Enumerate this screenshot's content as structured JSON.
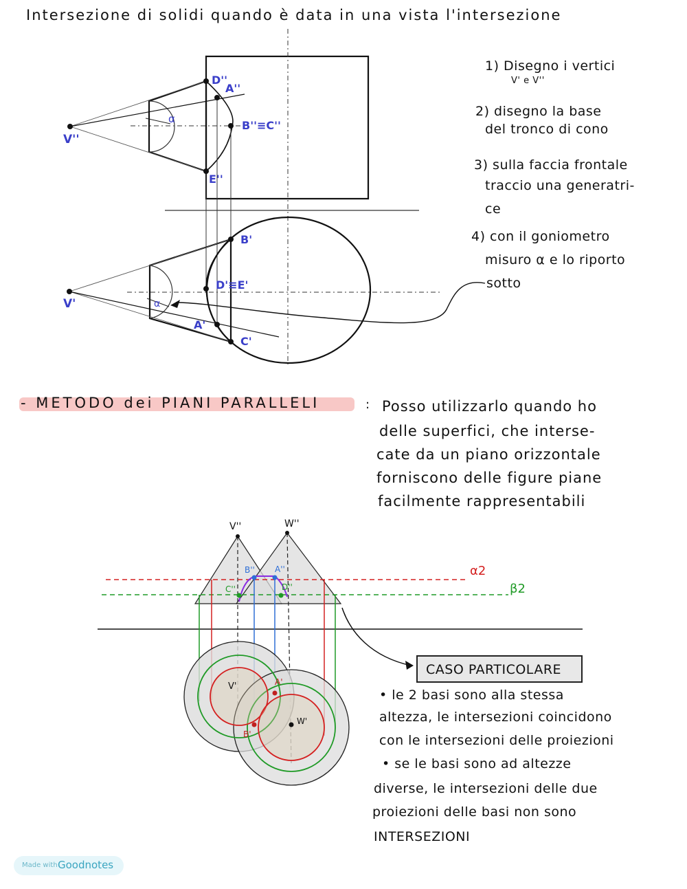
{
  "header": {
    "title": "Intersezione di solidi quando è data in una vista l'intersezione"
  },
  "steps": {
    "s1_line1": "1) Disegno i vertici",
    "s1_line2": "V' e V''",
    "s2_line1": "2) disegno la base",
    "s2_line2": "del tronco di cono",
    "s3_line1": "3) sulla faccia frontale",
    "s3_line2": "traccio una generatri-",
    "s3_line3": "ce",
    "s4_line1": "4) con il goniometro",
    "s4_line2": "misuro α e lo riporto",
    "s4_line3": "sotto"
  },
  "figure1_labels": {
    "v2": "V''",
    "d2": "D''",
    "a2": "A''",
    "bc2": "B''≡C''",
    "e2": "E''",
    "alpha_top": "α",
    "v1": "V'",
    "b1": "B'",
    "de1": "D'≡E'",
    "a1": "A'",
    "c1": "C'",
    "alpha_bottom": "α"
  },
  "method": {
    "heading": "- METODO dei PIANI PARALLELI",
    "colon": ":",
    "line1": "Posso utilizzarlo quando ho",
    "line2": "delle superfici, che interse-",
    "line3": "cate da un piano orizzontale",
    "line4": "forniscono delle figure piane",
    "line5": "facilmente rappresentabili"
  },
  "figure2_labels": {
    "v2": "V''",
    "w2": "W''",
    "alpha2": "α2",
    "beta2": "β2",
    "b2": "B''",
    "a2": "A''",
    "c2": "C''",
    "d2": "D''",
    "v1": "V'",
    "w1": "W'",
    "a1": "A'",
    "b1": "B'"
  },
  "caso": {
    "label": "CASO PARTICOLARE",
    "b1_line1": "• le 2 basi sono alla stessa",
    "b1_line2": "altezza, le intersezioni coincidono",
    "b1_line3": "con le intersezioni delle proiezioni",
    "b2_line1": "• se le basi sono ad altezze",
    "b2_line2": "diverse, le intersezioni delle due",
    "b2_line3": "proiezioni delle basi non sono",
    "b2_line4": "INTERSEZIONI"
  },
  "footer": {
    "made_with": "Made with",
    "brand": "Goodnotes"
  },
  "colors": {
    "ink": "#111111",
    "label_blue": "#3a3fc9",
    "red": "#d42020",
    "green": "#1f9a26",
    "blue": "#2f6fd6",
    "purple": "#8a2be2",
    "highlight": "#f5b6b3",
    "shade": "#dcdcdc"
  }
}
